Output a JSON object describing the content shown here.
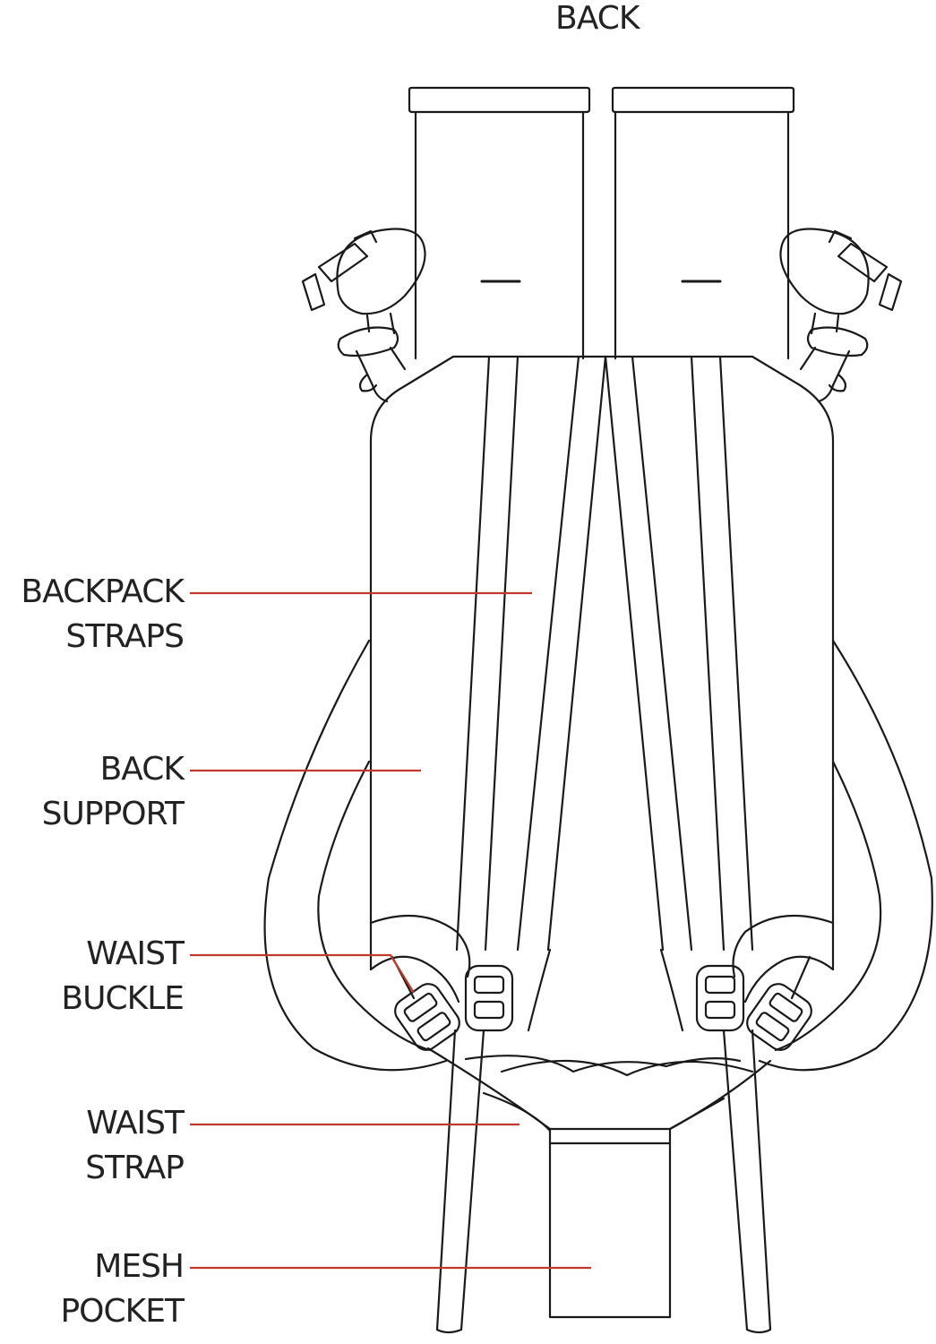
{
  "title": "BACK",
  "colors": {
    "outline": "#1a1a1a",
    "leader": "#c0392b",
    "text": "#222222",
    "background": "#ffffff"
  },
  "labels": [
    {
      "id": "backpack-straps",
      "line1": "BACKPACK",
      "line2": "STRAPS"
    },
    {
      "id": "back-support",
      "line1": "BACK",
      "line2": "SUPPORT"
    },
    {
      "id": "waist-buckle",
      "line1": "WAIST",
      "line2": "BUCKLE"
    },
    {
      "id": "waist-strap",
      "line1": "WAIST",
      "line2": "STRAP"
    },
    {
      "id": "mesh-pocket",
      "line1": "MESH",
      "line2": "POCKET"
    }
  ]
}
